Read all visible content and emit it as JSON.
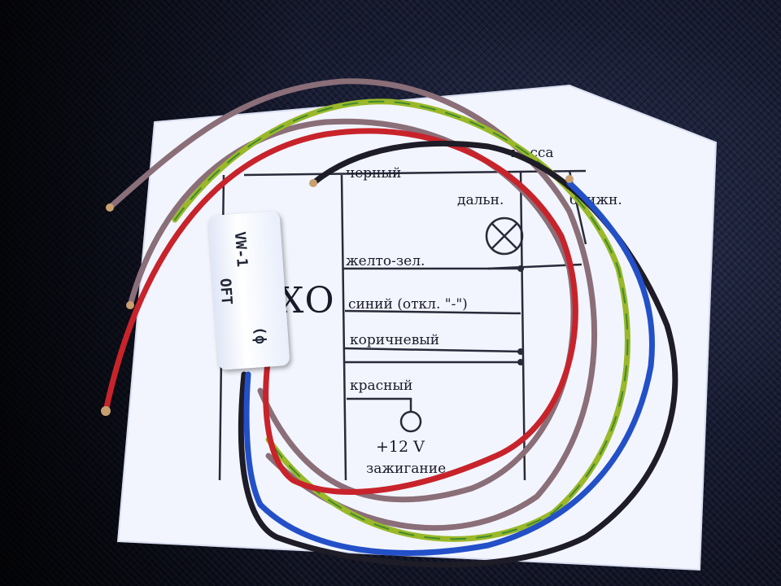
{
  "photo": {
    "subject": "wiring module on printed diagram"
  },
  "diagram": {
    "labels": {
      "massa": "масса",
      "black": "черный",
      "far": "дальн.",
      "near": "ближн.",
      "yellow_green": "желто-зел.",
      "xo": "XO",
      "blue": "синий (откл. \"-\")",
      "brown": "коричневый",
      "red": "красный",
      "plus12": "+12 V",
      "ignition": "зажигание"
    }
  },
  "module": {
    "line1": "VW-1",
    "line2": "OFT",
    "line3": "(ф"
  },
  "colors": {
    "paper": "#f4f7ff",
    "red_wire": "#c8232b",
    "brown_wire": "#8a6e78",
    "yellow_green_wire": "#9ab828",
    "blue_wire": "#2350c8",
    "black_wire": "#1e1c26"
  }
}
